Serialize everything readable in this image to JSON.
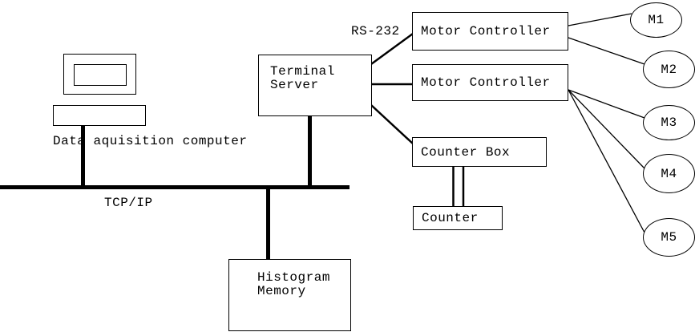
{
  "diagram": {
    "labels": {
      "computer": "Data aquisition computer",
      "bus": "TCP/IP",
      "serial_link": "RS-232"
    },
    "nodes": {
      "terminal_server": "Terminal\nServer",
      "motor_controller_1": "Motor Controller",
      "motor_controller_2": "Motor Controller",
      "counter_box": "Counter Box",
      "counter": "Counter",
      "histogram_memory": "Histogram\nMemory"
    },
    "motors": [
      "M1",
      "M2",
      "M3",
      "M4",
      "M5"
    ]
  },
  "colors": {
    "background": "#ffffff",
    "line": "#000000",
    "text": "#000000"
  }
}
